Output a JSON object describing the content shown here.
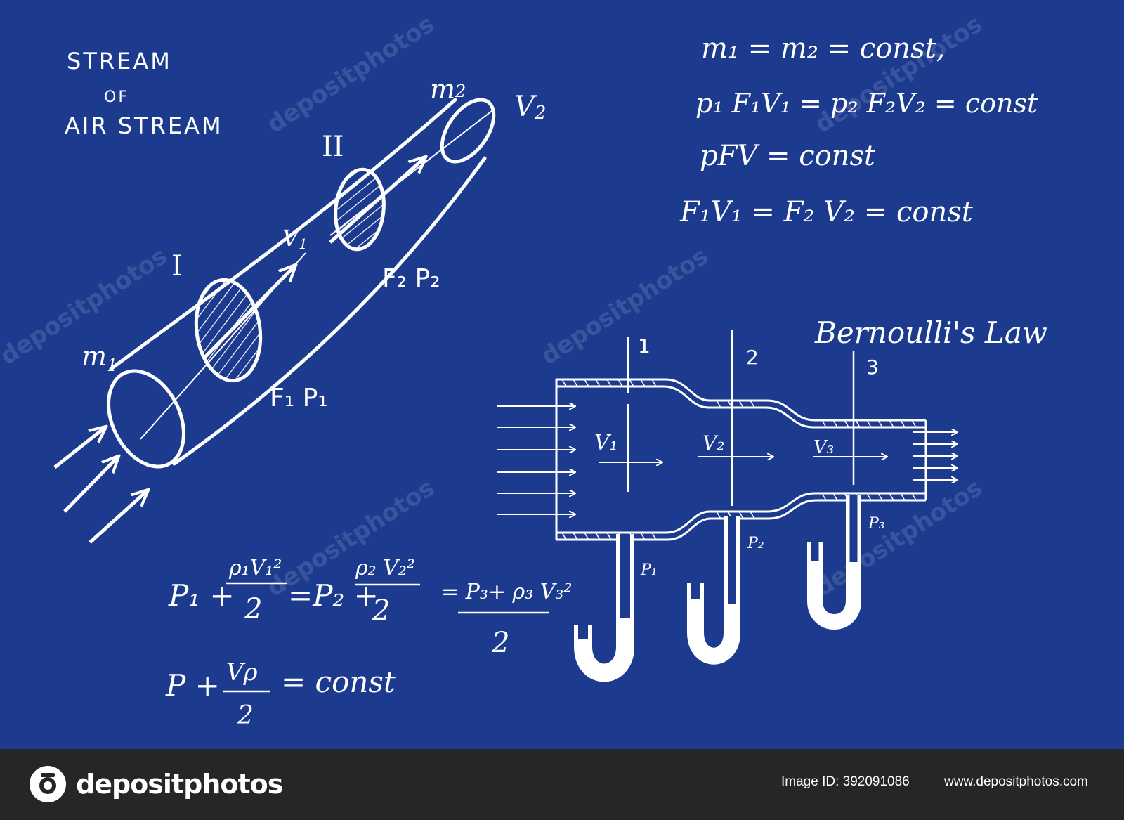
{
  "title": {
    "line1": "STREAM",
    "line2": "OF",
    "line3": "AIR STREAM"
  },
  "tube_labels": {
    "m1": "m",
    "m1_sub": "1",
    "m2": "m",
    "m2_sub": "2",
    "v2": "V",
    "v2_sub": "2",
    "sec1": "I",
    "sec2": "II",
    "v1": "V",
    "v1_sub": "1",
    "f1p1": "F₁ P₁",
    "f2p2": "F₂ P₂"
  },
  "equations": {
    "eq1": "m₁ = m₂ = const,",
    "eq2": "p₁ F₁V₁ = p₂ F₂V₂ = const",
    "eq3": "pFV = const",
    "eq4": "F₁V₁ = F₂ V₂ = const"
  },
  "bernoulli": {
    "title": "Bernoulli's Law",
    "n1": "1",
    "n2": "2",
    "n3": "3",
    "v1": "V₁",
    "v2": "V₂",
    "v3": "V₃",
    "p1": "P₁",
    "p2": "P₂",
    "p3": "P₃"
  },
  "formula": {
    "P1": "P₁ +",
    "num1": "ρ₁V₁²",
    "den1": "2",
    "P2": "=P₂ +",
    "num2": "ρ₂ V₂²",
    "den2": "2",
    "P3": "= P₃+ ρ₃ V₃²",
    "den3": "2",
    "short_P": "P +",
    "short_num": "Vρ",
    "short_den": "2",
    "short_rhs": "= const"
  },
  "watermark": "depositphotos",
  "footer": {
    "brand": "depositphotos",
    "image_id": "Image ID: 392091086",
    "site": "www.depositphotos.com"
  },
  "colors": {
    "board": "#1c3b8f",
    "chalk": "#ffffff",
    "footer": "#262626"
  }
}
